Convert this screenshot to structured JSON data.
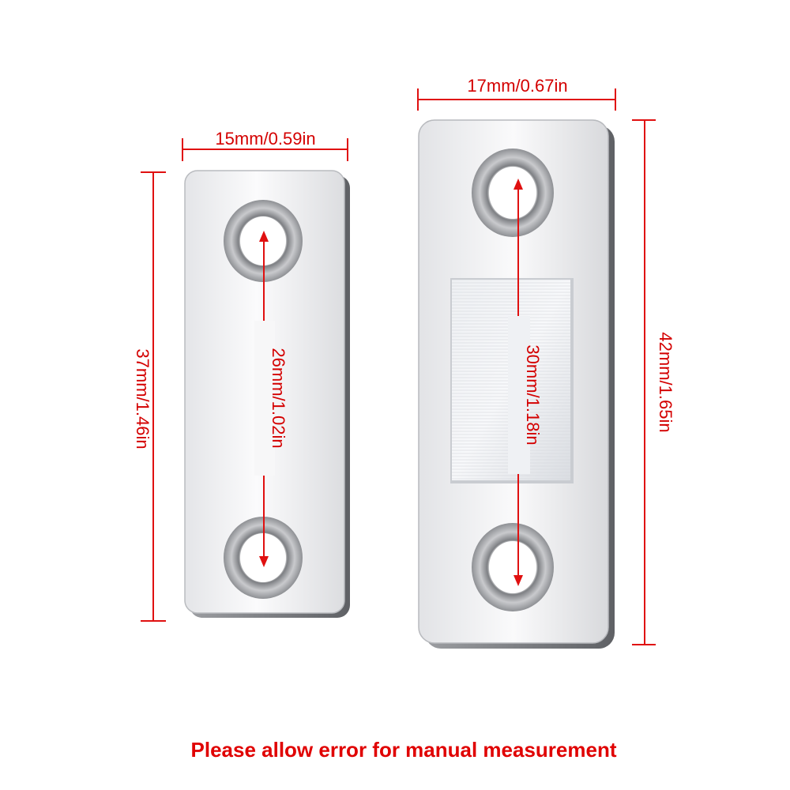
{
  "colors": {
    "dimension_text": "#d40000",
    "caption": "#e00000",
    "dimension_line": "#e01010",
    "metal_light": "#f4f4f6",
    "metal_mid": "#d2d3d6",
    "metal_dark": "#8a8c90",
    "magnet": "#e6e8ec"
  },
  "left_plate": {
    "width_label": "15mm/0.59in",
    "height_label": "37mm/1.46in",
    "hole_spacing_label": "26mm/1.02in"
  },
  "right_plate": {
    "width_label": "17mm/0.67in",
    "height_label": "42mm/1.65in",
    "hole_spacing_label": "30mm/1.18in"
  },
  "caption": "Please allow error for manual measurement"
}
